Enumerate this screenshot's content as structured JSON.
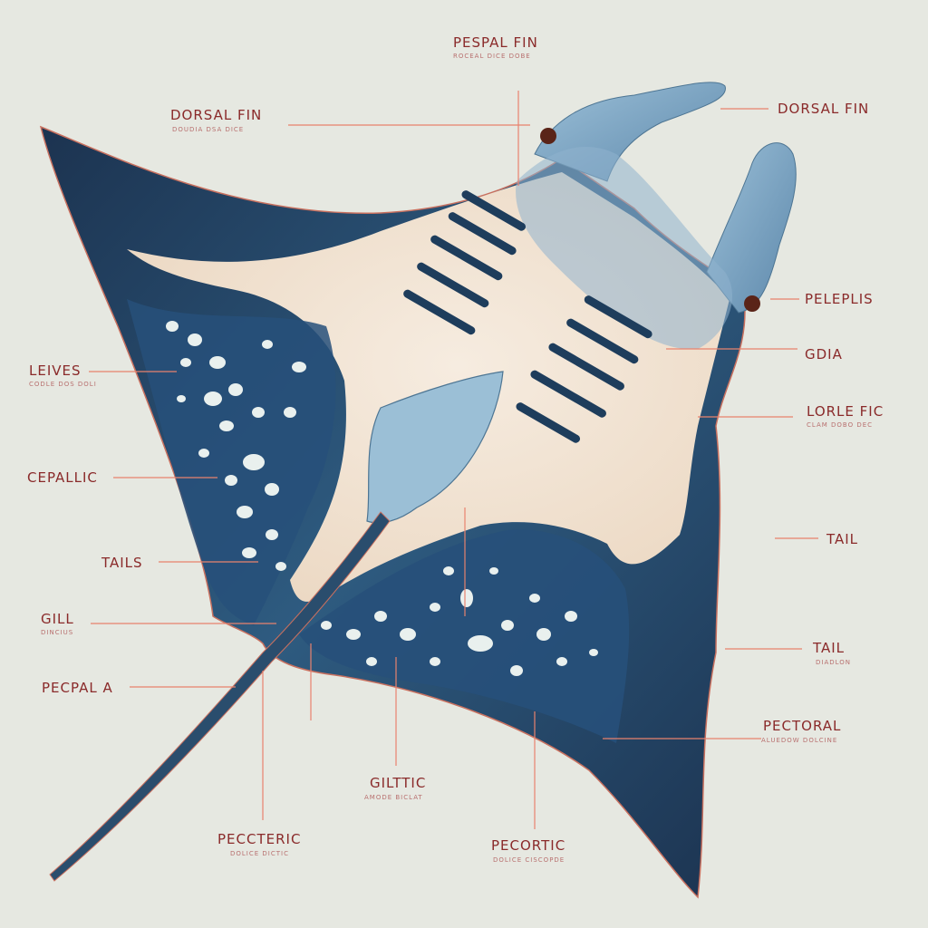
{
  "labels": [
    {
      "id": "pepal-fin",
      "text": "PESPAL FIN",
      "sub": "ROCEAL DICE DOBE"
    },
    {
      "id": "dorsal-fin-left",
      "text": "DORSAL FIN",
      "sub": "DOUDIA DSA DICE"
    },
    {
      "id": "dorsal-fin-right",
      "text": "DORSAL FIN",
      "sub": ""
    },
    {
      "id": "pelepls",
      "text": "PELEPLIS",
      "sub": ""
    },
    {
      "id": "gdia",
      "text": "GDIA",
      "sub": ""
    },
    {
      "id": "lorle-fic",
      "text": "LORLE FIC",
      "sub": "CLAM DOBO DEC"
    },
    {
      "id": "leives",
      "text": "LEIVES",
      "sub": "CODLE DOS DOLI"
    },
    {
      "id": "cepallic",
      "text": "CEPALLIC",
      "sub": ""
    },
    {
      "id": "tails",
      "text": "TAILS",
      "sub": ""
    },
    {
      "id": "tail-1",
      "text": "TAIL",
      "sub": ""
    },
    {
      "id": "gill",
      "text": "GILL",
      "sub": "DINCIUS"
    },
    {
      "id": "tail-2",
      "text": "TAIL",
      "sub": "DIADLON"
    },
    {
      "id": "pecpal-a",
      "text": "PECPAL A",
      "sub": ""
    },
    {
      "id": "pectoral",
      "text": "PECTORAL",
      "sub": "ALUEDOW DOLCINE"
    },
    {
      "id": "giltic",
      "text": "GILTTIC",
      "sub": "AMODE BICLAT"
    },
    {
      "id": "pectrric",
      "text": "PECCTERIC",
      "sub": "DOLICE DICTIC"
    },
    {
      "id": "pecortic",
      "text": "PECORTIC",
      "sub": "DOLICE CISCOPDE"
    }
  ],
  "colors": {
    "background": "#e6e8e1",
    "body_dark": "#1f3d5c",
    "body_mid": "#2f5f86",
    "belly": "#f1e3d3",
    "head": "#7fa6c4",
    "label": "#8a2a2a",
    "leader": "#e8826e"
  }
}
